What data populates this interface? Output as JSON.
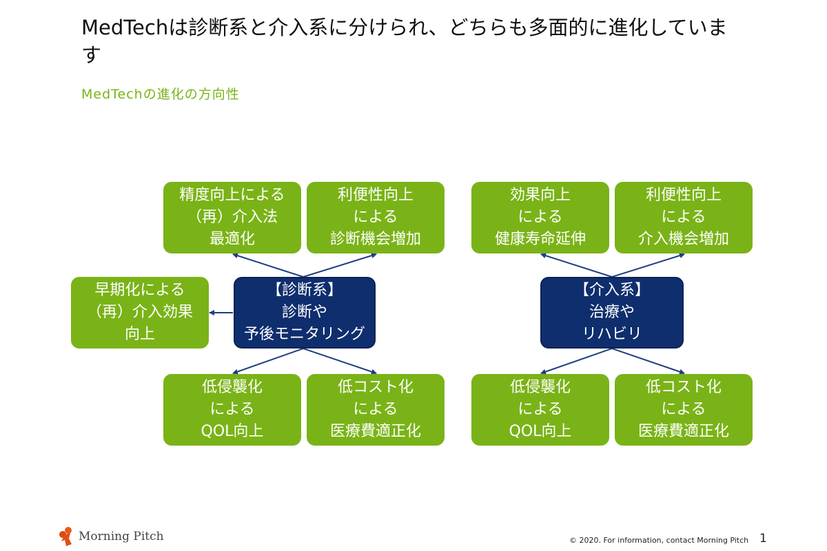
{
  "slide": {
    "title": "MedTechは診断系と介入系に分けられ、どちらも多面的に進化しています",
    "subtitle": "MedTechの進化の方向性"
  },
  "diagnosis": {
    "center": [
      "【診断系】",
      "診断や",
      "予後モニタリング"
    ],
    "top_left": [
      "精度向上による",
      "（再）介入法",
      "最適化"
    ],
    "top_right": [
      "利便性向上",
      "による",
      "診断機会増加"
    ],
    "left": [
      "早期化による",
      "（再）介入効果",
      "向上"
    ],
    "bottom_left": [
      "低侵襲化",
      "による",
      "QOL向上"
    ],
    "bottom_right": [
      "低コスト化",
      "による",
      "医療費適正化"
    ]
  },
  "intervention": {
    "center": [
      "【介入系】",
      "治療や",
      "リハビリ"
    ],
    "top_left": [
      "効果向上",
      "による",
      "健康寿命延伸"
    ],
    "top_right": [
      "利便性向上",
      "による",
      "介入機会増加"
    ],
    "bottom_left": [
      "低侵襲化",
      "による",
      "QOL向上"
    ],
    "bottom_right": [
      "低コスト化",
      "による",
      "医療費適正化"
    ]
  },
  "colors": {
    "green": "#7ab317",
    "navy": "#0f2e6e",
    "arrow": "#1f3f7f"
  },
  "footer": {
    "logo_text": "Morning Pitch",
    "copyright": "© 2020. For information, contact Morning Pitch",
    "page_number": "1"
  }
}
